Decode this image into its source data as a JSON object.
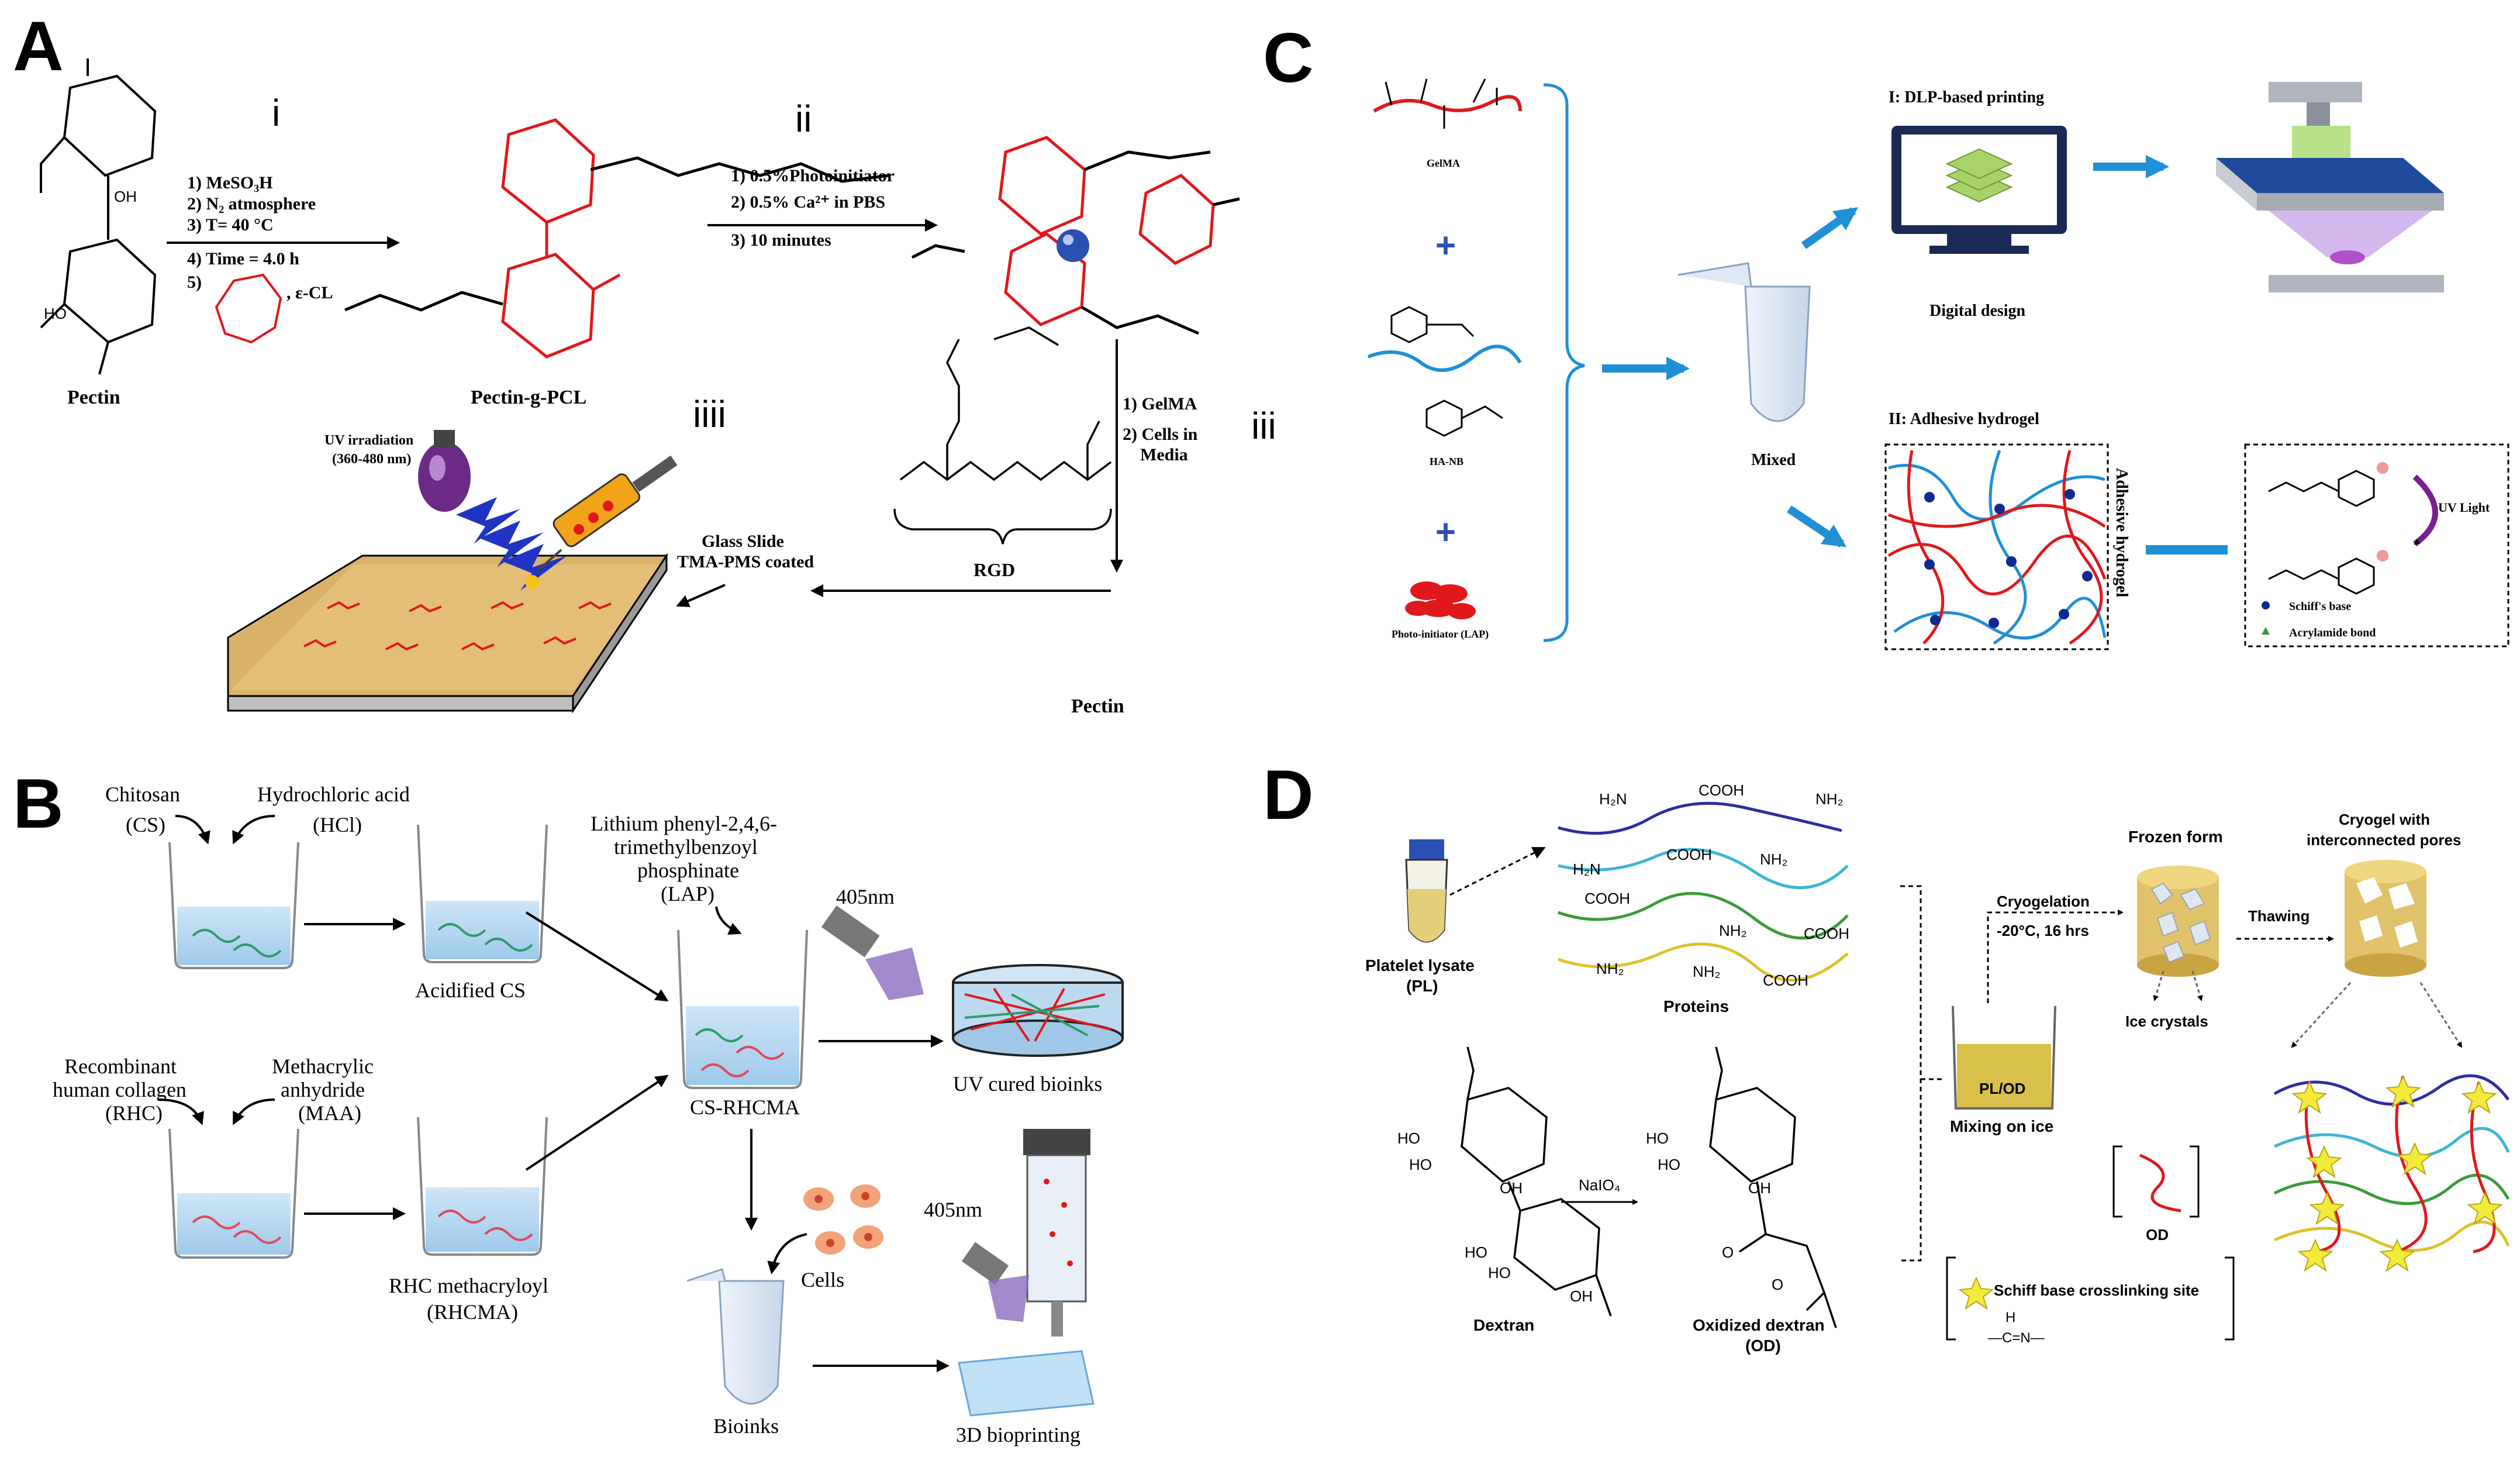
{
  "panels": {
    "A": {
      "letter": "A",
      "steps": {
        "i": "i",
        "ii": "ii",
        "iii": "iii",
        "iiii": "iiii"
      },
      "reagents_i": [
        "1)  MeSO₃H",
        "2) N₂ atmosphere",
        "3)  T= 40 °C",
        "4) Time = 4.0 h",
        "5)",
        ", ε-CL"
      ],
      "reagents_ii": [
        "1) 0.5%Photoinitiator",
        "2) 0.5% Ca²⁺ in PBS",
        "3) 10 minutes"
      ],
      "reagents_iii": [
        "1) GelMA",
        "2) Cells in",
        "Media"
      ],
      "pectin_label": "Pectin",
      "pectin_pcl_label": "Pectin-g-PCL",
      "rgd_label": "RGD",
      "uv_label": [
        "UV irradiation",
        "(360-480 nm)"
      ],
      "glass_label": [
        "Glass Slide",
        "TMA-PMS coated"
      ],
      "bottom_label": "Pectin"
    },
    "B": {
      "letter": "B",
      "chitosan": [
        "Chitosan",
        "(CS)"
      ],
      "hcl": [
        "Hydrochloric acid",
        "(HCl)"
      ],
      "acidified": "Acidified CS",
      "rhc": [
        "Recombinant",
        "human collagen",
        "(RHC)"
      ],
      "maa": [
        "Methacrylic",
        "anhydride",
        "(MAA)"
      ],
      "rhcma": [
        "RHC methacryloyl",
        "(RHCMA)"
      ],
      "lap": [
        "Lithium phenyl-2,4,6-",
        "trimethylbenzoyl",
        "phosphinate",
        "(LAP)"
      ],
      "wavelength_1": "405nm",
      "wavelength_2": "405nm",
      "cs_rhcma": "CS-RHCMA",
      "uv_cured": "UV cured bioinks",
      "cells": "Cells",
      "bioinks": "Bioinks",
      "bioprinting": "3D bioprinting"
    },
    "C": {
      "letter": "C",
      "gelma": "GelMA",
      "hanb": "HA-NB",
      "photoinitiator": "Photo-initiator (LAP)",
      "plus": "+",
      "mixed": "Mixed",
      "dlp_title": "I: DLP-based printing",
      "digital_design": "Digital design",
      "adhesive_title": "II: Adhesive hydrogel",
      "adhesive_vertical": "Adhesive hydrogel",
      "uv_light": "UV Light",
      "schiff": "Schiff's base",
      "acrylamide": "Acrylamide bond"
    },
    "D": {
      "letter": "D",
      "platelet": [
        "Platelet lysate",
        "(PL)"
      ],
      "proteins": "Proteins",
      "groups": {
        "nh2": "NH₂",
        "h2n": "H₂N",
        "cooh": "COOH"
      },
      "naio4": "NaIO₄",
      "dextran": "Dextran",
      "oxidized": [
        "Oxidized dextran",
        "(OD)"
      ],
      "plod": "PL/OD",
      "mixing": "Mixing on ice",
      "cryogelation": [
        "Cryogelation",
        "-20°C, 16 hrs"
      ],
      "frozen": "Frozen form",
      "ice": "Ice crystals",
      "thawing": "Thawing",
      "cryogel": [
        "Cryogel with",
        "interconnected pores"
      ],
      "od_legend": "OD",
      "schiff_site": "Schiff base crosslinking site",
      "imine": [
        "H",
        "—C=N—"
      ],
      "chem": {
        "ho": "HO",
        "oh": "OH",
        "o": "O"
      }
    }
  },
  "colors": {
    "red": "#e0181b",
    "blue": "#1f8fd6",
    "navy": "#2b2f9e",
    "gold": "#d9b26a",
    "tan": "#c9a24a"
  }
}
